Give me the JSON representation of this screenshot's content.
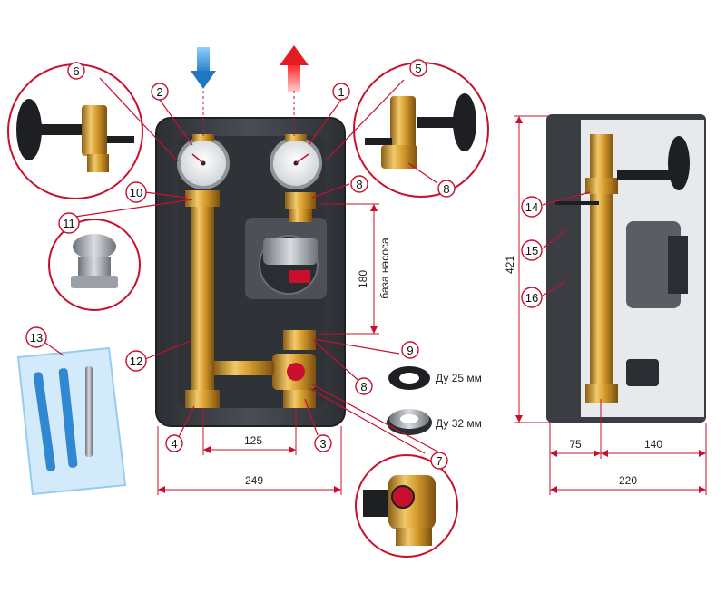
{
  "callouts": {
    "c1": "1",
    "c2": "2",
    "c3": "3",
    "c4": "4",
    "c5": "5",
    "c6": "6",
    "c7": "7",
    "c8": "8",
    "c9": "9",
    "c10": "10",
    "c11": "11",
    "c12": "12",
    "c13": "13",
    "c14": "14",
    "c15": "15",
    "c16": "16"
  },
  "dimensions": {
    "pump_base": "180",
    "pump_base_label": "база насоса",
    "axis_spacing": "125",
    "front_width": "249",
    "height": "421",
    "side_a": "75",
    "side_b": "140",
    "side_total": "220"
  },
  "gaskets": {
    "dn25": "Ду 25 мм",
    "dn32": "Ду 32 мм"
  },
  "colors": {
    "accent": "#c8102e",
    "supply_arrow": "#2a8fd6",
    "return_arrow": "#e31b23",
    "insulation": "#3a3d42",
    "brass": "#d4a23a"
  }
}
